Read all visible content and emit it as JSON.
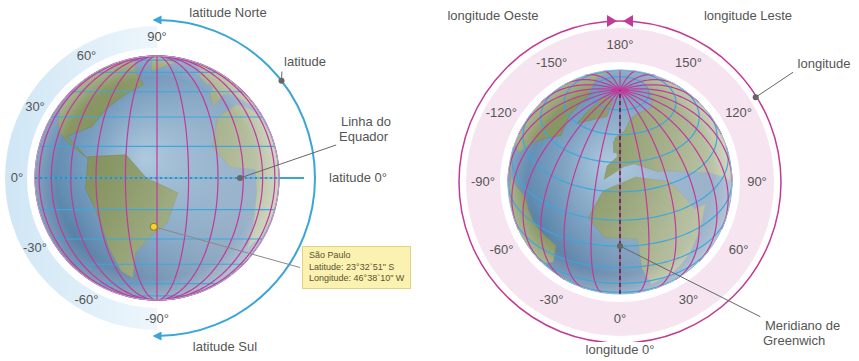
{
  "diagram": {
    "nodes": [
      {
        "text": [
          "São Paulo",
          "Latitude: 23°32`51\" S",
          "Longitude: 46°38`10\" W"
        ]
      }
    ],
    "labels": [
      "latitude Norte",
      "latitude",
      "Linha do Equador",
      "latitude 0°",
      "latitude Sul",
      "90°",
      "60°",
      "30°",
      "0°",
      "-30°",
      "-60°",
      "-90°",
      "longitude Oeste",
      "longitude Leste",
      "180°",
      "-150°",
      "150°",
      "-120°",
      "120°",
      "longitude",
      "-90°",
      "90°",
      "-60°",
      "60°",
      "-30°",
      "30°",
      "0°",
      "longitude 0°",
      "Meridiano de Greenwich"
    ]
  }
}
